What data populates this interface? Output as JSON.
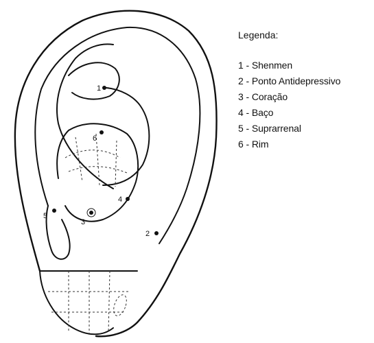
{
  "legend": {
    "title": "Legenda:",
    "items": [
      "1 - Shenmen",
      "2 - Ponto Antidepressivo",
      "3 - Coração",
      "4 - Baço",
      "5 - Suprarrenal",
      "6 - Rim"
    ]
  },
  "points": {
    "shenmen": "1",
    "antidepressivo": "2",
    "coracao": "3",
    "baco": "4",
    "suprarrenal": "5",
    "rim": "6"
  }
}
